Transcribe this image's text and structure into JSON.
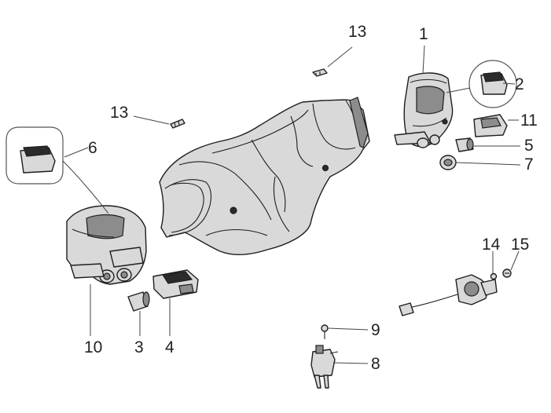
{
  "diagram": {
    "callouts": [
      {
        "id": "c1",
        "label": "1"
      },
      {
        "id": "c2",
        "label": "2"
      },
      {
        "id": "c3",
        "label": "3"
      },
      {
        "id": "c4",
        "label": "4"
      },
      {
        "id": "c5",
        "label": "5"
      },
      {
        "id": "c6",
        "label": "6"
      },
      {
        "id": "c7",
        "label": "7"
      },
      {
        "id": "c8",
        "label": "8"
      },
      {
        "id": "c9",
        "label": "9"
      },
      {
        "id": "c10",
        "label": "10"
      },
      {
        "id": "c11",
        "label": "11"
      },
      {
        "id": "c13a",
        "label": "13"
      },
      {
        "id": "c13b",
        "label": "13"
      },
      {
        "id": "c14",
        "label": "14"
      },
      {
        "id": "c15",
        "label": "15"
      }
    ]
  }
}
